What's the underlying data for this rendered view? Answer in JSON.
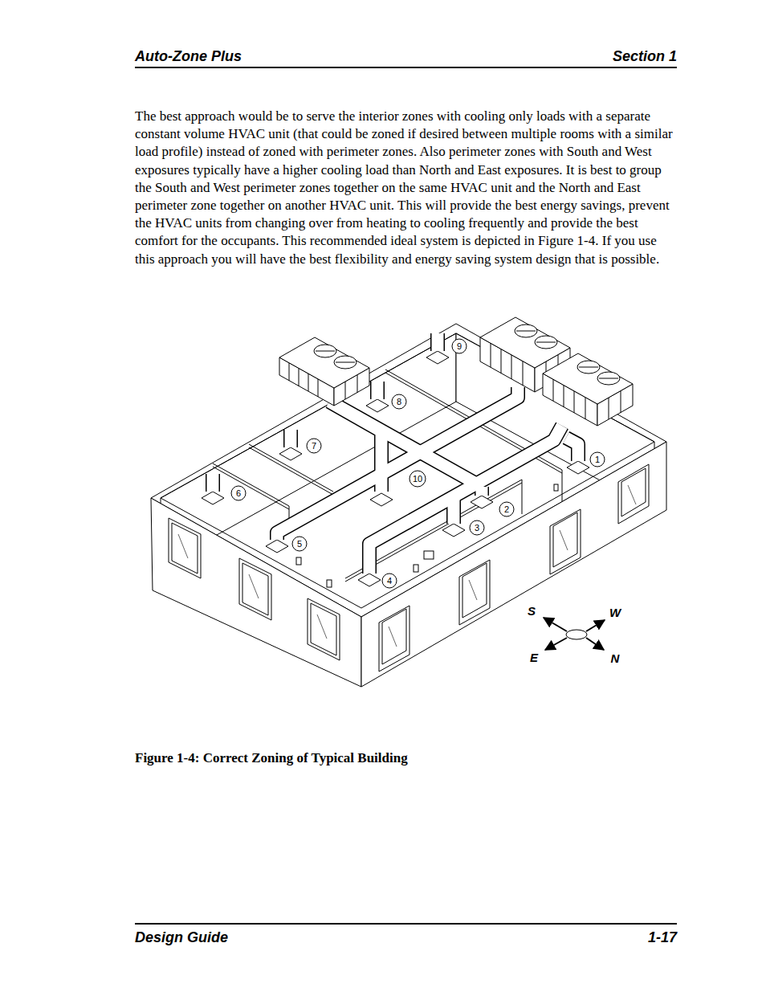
{
  "diagram": {
    "caption": "Figure 1-4: Correct Zoning of Typical Building",
    "labels": [
      "Auto-Zone Plus",
      "Section 1",
      "The best approach would be to serve the interior zones with cooling only loads with a separate constant volume HVAC unit (that could be zoned if desired between multiple rooms with a similar load profile) instead of zoned with perimeter zones. Also perimeter zones with South and West exposures typically have a higher cooling load than North and East exposures. It is best to group the South and West perimeter zones together on the same HVAC unit and the North and East perimeter zone together on another HVAC unit. This will provide the best energy savings, prevent the HVAC units from changing over from heating to cooling frequently and provide the best comfort for the occupants. This recommended ideal system is depicted in Figure 1-4. If you use this approach you will have the best flexibility and energy saving system design that is possible.",
      "1",
      "2",
      "3",
      "4",
      "5",
      "6",
      "7",
      "8",
      "9",
      "10",
      "S",
      "W",
      "E",
      "N",
      "Design Guide",
      "1-17"
    ]
  }
}
